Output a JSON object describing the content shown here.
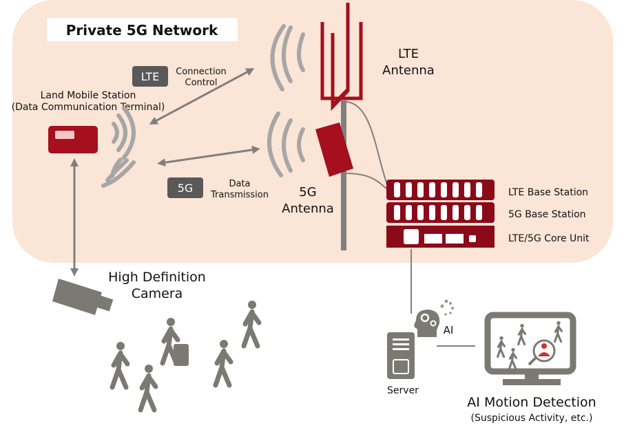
{
  "title": "Private 5G Network",
  "colors": {
    "background": "#fbe5d6",
    "brand_red": "#a50f1e",
    "dark_red": "#8b0a1a",
    "gray": "#7f7f7f",
    "wave_gray": "#a6a6a6",
    "badge": "#595959"
  },
  "mobile_station": {
    "line1": "Land Mobile Station",
    "line2": "(Data Communication Terminal)"
  },
  "lte_link": {
    "badge": "LTE",
    "line1": "Connection",
    "line2": "Control"
  },
  "fiveg_link": {
    "badge": "5G",
    "line1": "Data",
    "line2": "Transmission"
  },
  "lte_antenna": {
    "line1": "LTE",
    "line2": "Antenna"
  },
  "fiveg_antenna": {
    "line1": "5G",
    "line2": "Antenna"
  },
  "rack": {
    "lte_base": "LTE Base Station",
    "fiveg_base": "5G Base Station",
    "core": "LTE/5G Core Unit"
  },
  "camera": {
    "line1": "High Definition",
    "line2": "Camera"
  },
  "server": {
    "label": "Server"
  },
  "ai": {
    "label": "AI"
  },
  "detection": {
    "title": "AI Motion Detection",
    "subtitle": "(Suspicious Activity, etc.)"
  }
}
